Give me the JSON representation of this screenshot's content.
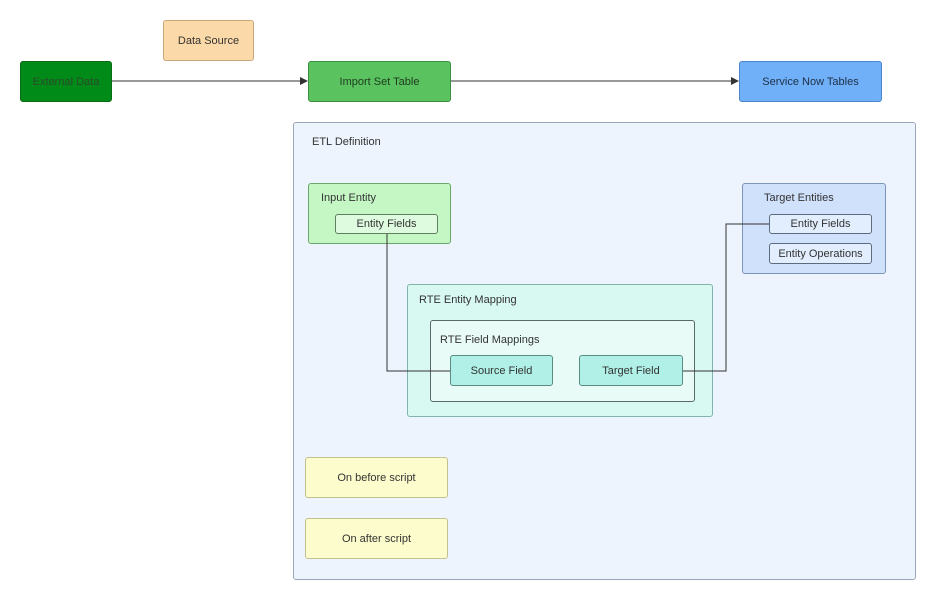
{
  "nodes": {
    "data_source": "Data Source",
    "external_data": "External Data",
    "import_set_table": "Import Set Table",
    "service_now_tables": "Service Now Tables",
    "etl_definition": "ETL Definition",
    "input_entity": "Input Entity",
    "input_entity_fields": "Entity Fields",
    "target_entities": "Target Entities",
    "target_entity_fields": "Entity Fields",
    "target_entity_operations": "Entity Operations",
    "rte_entity_mapping": "RTE Entity Mapping",
    "rte_field_mappings": "RTE Field Mappings",
    "source_field": "Source Field",
    "target_field": "Target Field",
    "on_before_script": "On before script",
    "on_after_script": "On after script"
  },
  "colors": {
    "external_data": "#008a17",
    "import_set_table": "#5ac35f",
    "service_now_tables": "#6fb0f8",
    "data_source": "#fcd9a8",
    "etl_definition": "#eef4fd",
    "input_entity": "#c5f7c5",
    "target_entities": "#cfe1fb",
    "rte_entity_mapping": "#d8f8f2",
    "scripts": "#fdfccc"
  }
}
